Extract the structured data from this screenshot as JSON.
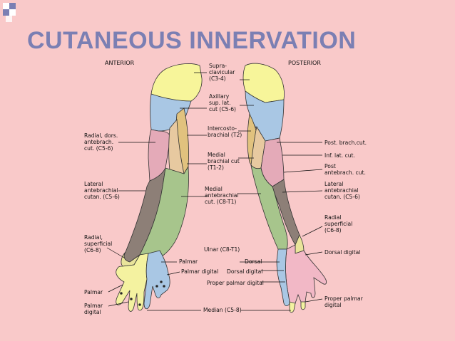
{
  "title": "CUTANEOUS INNERVATION",
  "views": {
    "anterior": "ANTERIOR",
    "posterior": "POSTERIOR"
  },
  "colors": {
    "background": "#f9c9c9",
    "title": "#7b7fb3",
    "supraclavicular": "#f7f59a",
    "axillary": "#a9c7e4",
    "intercostobrachial": "#e1c27e",
    "medial_brachial": "#e7c9a0",
    "posterior_brachial": "#e4aab8",
    "lateral_antebrachial": "#8d7f77",
    "medial_antebrachial": "#a7c58c",
    "radial_superficial": "#e9e49a",
    "median": "#f4f2a0",
    "ulnar": "#a9c7e4",
    "dorsal_digital": "#f2b8c6"
  },
  "anterior_labels": [
    {
      "id": "radial-dors-antebrach",
      "text": "Radial, dors.\nantebrach.\ncut. (C5-6)"
    },
    {
      "id": "lateral-antebrachial",
      "text": "Lateral\nantebrachial\ncutan. (C5-6)"
    },
    {
      "id": "radial-superficial",
      "text": "Radial,\nsuperficial\n(C6-8)"
    },
    {
      "id": "palmar",
      "text": "Palmar"
    },
    {
      "id": "palmar-digital-left",
      "text": "Palmar\ndigital"
    }
  ],
  "center_labels": [
    {
      "id": "supraclavicular",
      "text": "Supra-\nclavicular\n(C3-4)"
    },
    {
      "id": "axillary",
      "text": "Axillary\nsup. lat.\ncut (C5-6)"
    },
    {
      "id": "intercostobrachial",
      "text": "Intercosto-\nbrachial (T2)"
    },
    {
      "id": "medial-brachial",
      "text": "Medial\nbrachial cut\n(T1-2)"
    },
    {
      "id": "medial-antebrachial",
      "text": "Medial\nantebrachial\ncut. (C8-T1)"
    },
    {
      "id": "ulnar",
      "text": "Ulnar (C8-T1)"
    },
    {
      "id": "palmar-center",
      "text": "Palmar"
    },
    {
      "id": "palmar-digital-center",
      "text": "Palmar digital"
    },
    {
      "id": "dorsal",
      "text": "Dorsal"
    },
    {
      "id": "dorsal-digital-center",
      "text": "Dorsal digital"
    },
    {
      "id": "proper-palmar-digital-center",
      "text": "Proper palmar digital"
    },
    {
      "id": "median",
      "text": "Median (C5-8)"
    }
  ],
  "posterior_labels": [
    {
      "id": "post-brach-cut",
      "text": "Post. brach.cut."
    },
    {
      "id": "inf-lat-cut",
      "text": "Inf. lat. cut."
    },
    {
      "id": "post-antebrach",
      "text": "Post\nantebrach. cut."
    },
    {
      "id": "lateral-antebrachial-post",
      "text": "Lateral\nantebrachial\ncutan. (C5-6)"
    },
    {
      "id": "radial-superficial-post",
      "text": "Radial\nsuperficial\n(C6-8)"
    },
    {
      "id": "dorsal-digital",
      "text": "Dorsal digital"
    },
    {
      "id": "proper-palmar-digital",
      "text": "Proper palmar\ndigital"
    }
  ]
}
